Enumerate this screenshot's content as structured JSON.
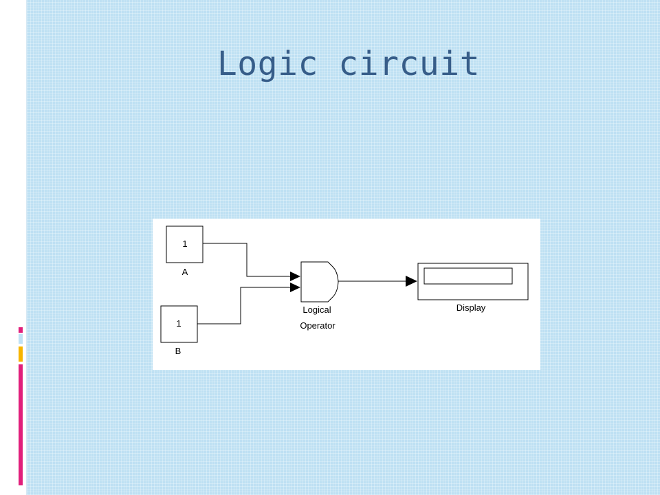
{
  "slide": {
    "title": "Logic circuit",
    "colors": {
      "background": "#bee0f3",
      "title": "#375d89",
      "accent_pink": "#e11f7b",
      "accent_orange": "#f7b500",
      "accent_lightblue": "#bfe1f4"
    }
  },
  "diagram": {
    "blocks": {
      "a": {
        "value": "1",
        "label": "A"
      },
      "b": {
        "value": "1",
        "label": "B"
      },
      "operator": {
        "label_line1": "Logical",
        "label_line2": "Operator"
      },
      "display": {
        "label": "Display"
      }
    }
  }
}
